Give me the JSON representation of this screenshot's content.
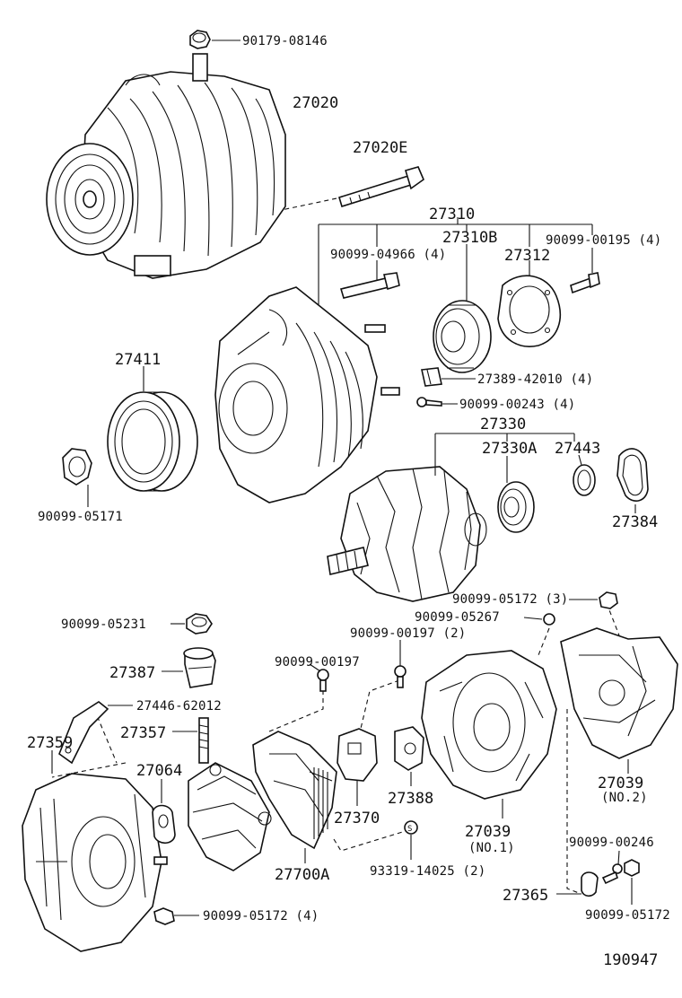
{
  "diagram": {
    "labels": {
      "nut_top": "90179-08146",
      "alternator": "27020",
      "bolt_27020E": "27020E",
      "frame_group": "27310",
      "bolt_04966": "90099-04966 (4)",
      "bearing_27310B": "27310B",
      "plate_27312": "27312",
      "screw_00195": "90099-00195 (4)",
      "pulley": "27411",
      "insulator_42010": "27389-42010 (4)",
      "screw_00243": "90099-00243 (4)",
      "rotor_group": "27330",
      "bearing_27330A": "27330A",
      "ring_27443": "27443",
      "gasket_27384": "27384",
      "nut_05171": "90099-05171",
      "nut_05172_3": "90099-05172 (3)",
      "nut_05267": "90099-05267",
      "nut_05231": "90099-05231",
      "screw_00197_2": "90099-00197 (2)",
      "cap_27387": "27387",
      "screw_00197": "90099-00197",
      "terminal_62012": "27446-62012",
      "holder_27357": "27357",
      "cover_27359": "27359",
      "insulator_27064": "27064",
      "brush_27370": "27370",
      "plate_27388": "27388",
      "end_frame_no1": "27039",
      "end_frame_no1_sub": "(NO.1)",
      "end_frame_no2": "27039",
      "end_frame_no2_sub": "(NO.2)",
      "screw_00246": "90099-00246",
      "regulator_27700A": "27700A",
      "spring_14025": "93319-14025 (2)",
      "nut_05172_4": "90099-05172 (4)",
      "terminal_27365": "27365",
      "nut_05172": "90099-05172",
      "drawing_number": "190947"
    }
  }
}
